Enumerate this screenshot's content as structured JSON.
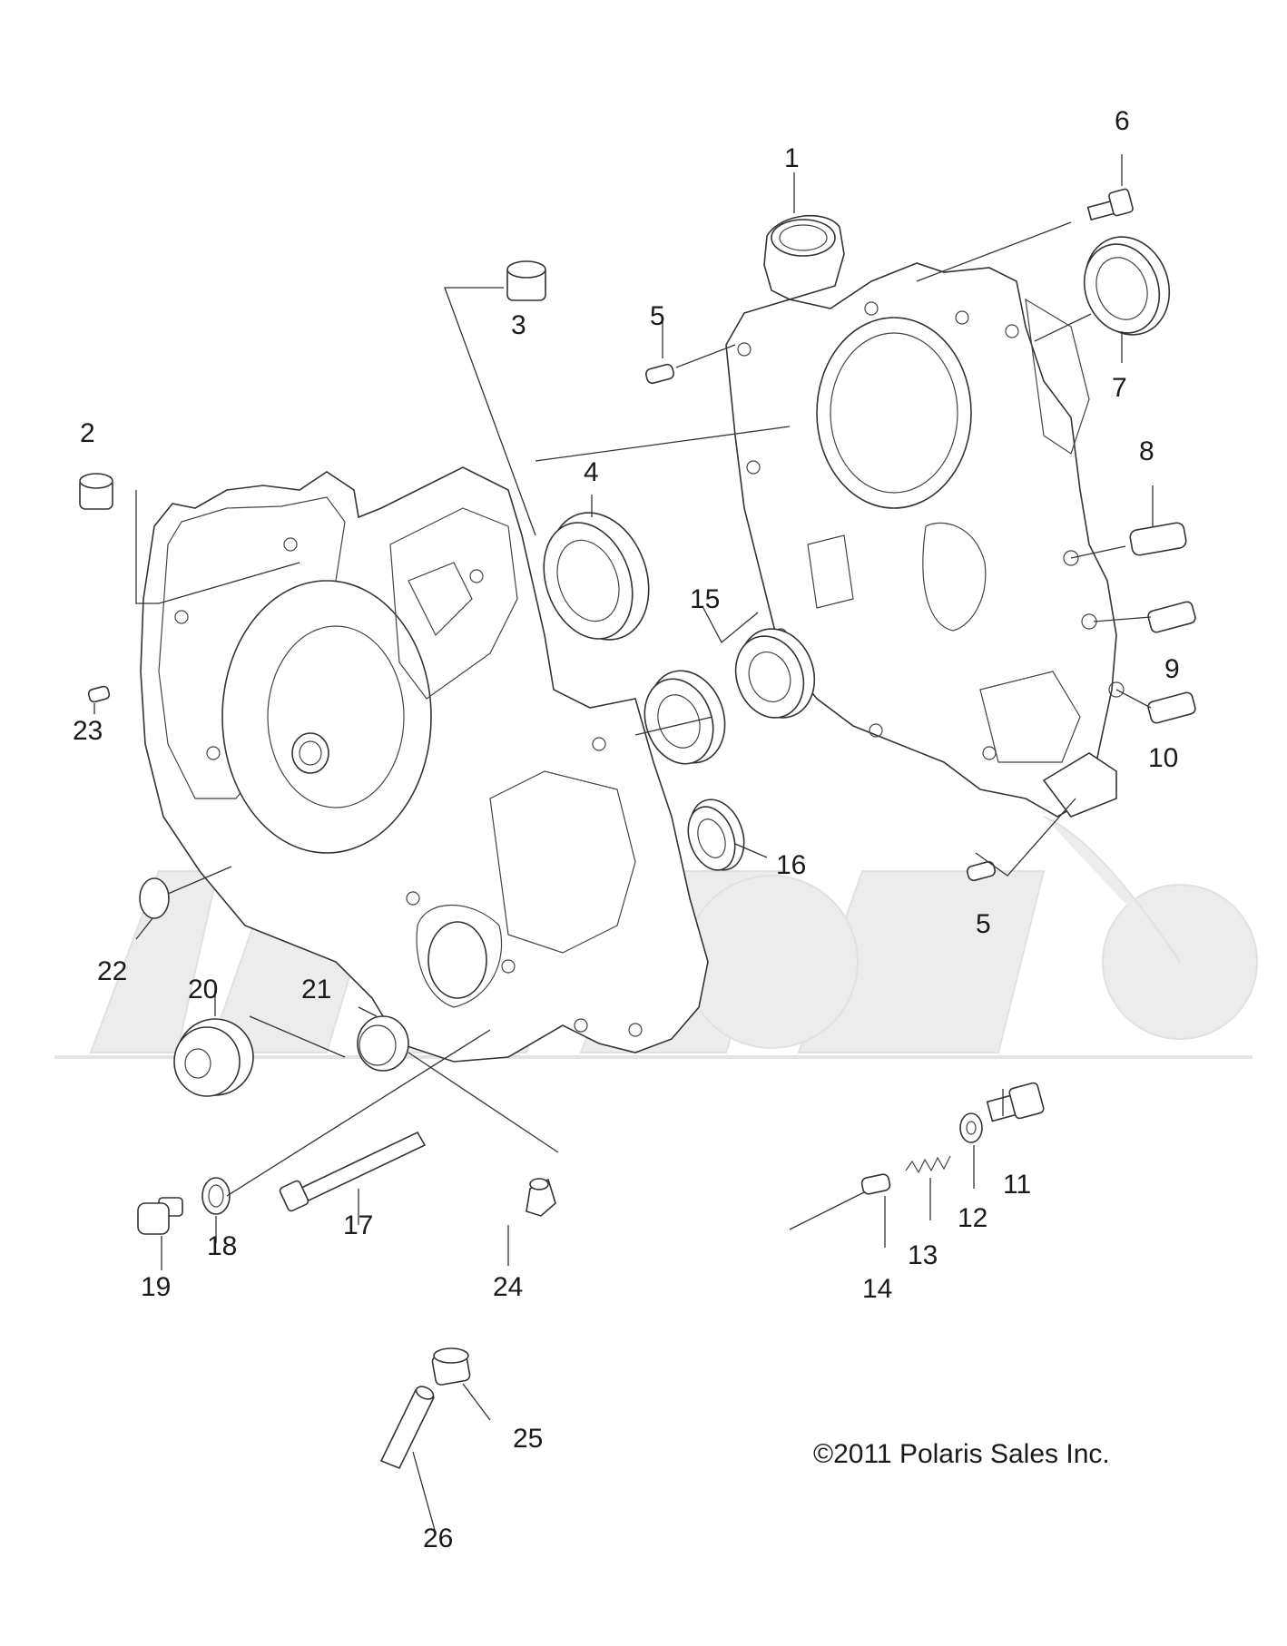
{
  "callouts": [
    {
      "id": "1",
      "label": "1"
    },
    {
      "id": "2",
      "label": "2"
    },
    {
      "id": "3",
      "label": "3"
    },
    {
      "id": "4",
      "label": "4"
    },
    {
      "id": "5a",
      "label": "5"
    },
    {
      "id": "5b",
      "label": "5"
    },
    {
      "id": "6",
      "label": "6"
    },
    {
      "id": "7",
      "label": "7"
    },
    {
      "id": "8",
      "label": "8"
    },
    {
      "id": "9",
      "label": "9"
    },
    {
      "id": "10",
      "label": "10"
    },
    {
      "id": "11",
      "label": "11"
    },
    {
      "id": "12",
      "label": "12"
    },
    {
      "id": "13",
      "label": "13"
    },
    {
      "id": "14",
      "label": "14"
    },
    {
      "id": "15",
      "label": "15"
    },
    {
      "id": "16",
      "label": "16"
    },
    {
      "id": "17",
      "label": "17"
    },
    {
      "id": "18",
      "label": "18"
    },
    {
      "id": "19",
      "label": "19"
    },
    {
      "id": "20",
      "label": "20"
    },
    {
      "id": "21",
      "label": "21"
    },
    {
      "id": "22",
      "label": "22"
    },
    {
      "id": "23",
      "label": "23"
    },
    {
      "id": "24",
      "label": "24"
    },
    {
      "id": "25",
      "label": "25"
    },
    {
      "id": "26",
      "label": "26"
    }
  ],
  "copyright": "©2011  Polaris Sales Inc."
}
